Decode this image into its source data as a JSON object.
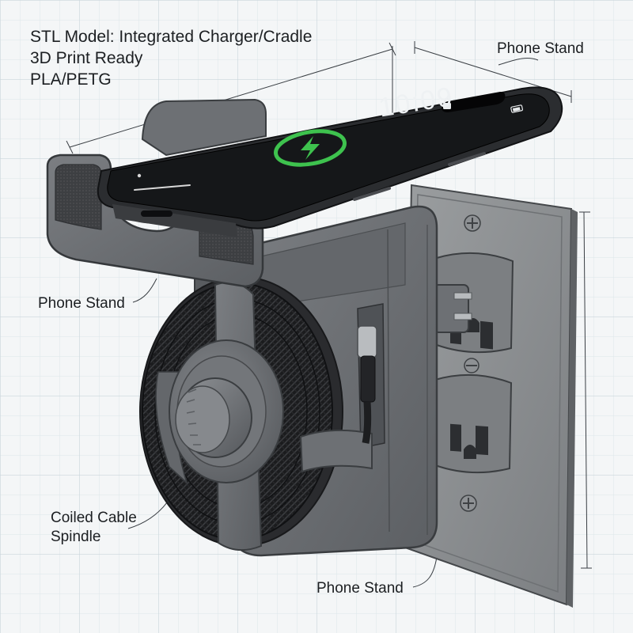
{
  "header": {
    "line1": "STL Model: Integrated Charger/Cradle",
    "line2": "3D Print Ready",
    "line3": "PLA/PETG"
  },
  "callouts": {
    "phone_stand_top": "Phone Stand",
    "phone_stand_left": "Phone Stand",
    "phone_stand_bottom": "Phone Stand",
    "coiled_cable_line1": "Coiled Cable",
    "coiled_cable_line2": "Spindle"
  },
  "phone_screen": {
    "time": "10:09"
  },
  "colors": {
    "background": "#f4f6f7",
    "grid": "#d7e1e6",
    "printed_plastic": "#6d7074",
    "phone_body": "#2b2d30",
    "screen": "#151719",
    "charging_ring": "#3ec24e",
    "wall_plate": "#8a8d90",
    "cable": "#1b1c1e"
  },
  "icons": [
    "lightning-bolt-icon",
    "lock-icon",
    "battery-icon",
    "screw-icon",
    "usb-c-plug-icon"
  ]
}
